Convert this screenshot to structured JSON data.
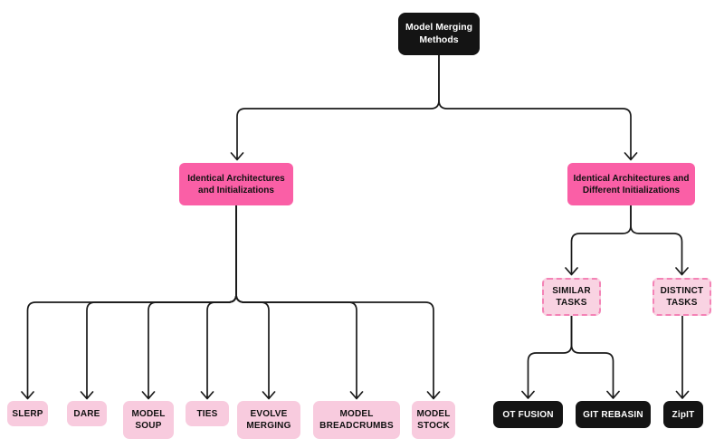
{
  "diagram": {
    "title": "Model Merging Methods flowchart",
    "colors": {
      "node_dark": "#141414",
      "node_pink": "#fa5fa6",
      "node_light_pink": "#f8cbde",
      "dashed_fill": "#f9d3e2",
      "dashed_border": "#f483b6",
      "edge": "#1a1a1a",
      "background": "#ffffff"
    },
    "nodes": {
      "root": {
        "label": "Model Merging Methods"
      },
      "identical_init": {
        "label": "Identical Architectures and Initializations"
      },
      "different_init": {
        "label": "Identical Architectures and Different Initializations"
      },
      "slerp": {
        "label": "SLERP"
      },
      "dare": {
        "label": "DARE"
      },
      "model_soup": {
        "label": "MODEL SOUP"
      },
      "ties": {
        "label": "TIES"
      },
      "evolve_merging": {
        "label": "EVOLVE MERGING"
      },
      "model_breadcrumbs": {
        "label": "MODEL BREADCRUMBS"
      },
      "model_stock": {
        "label": "MODEL STOCK"
      },
      "similar_tasks": {
        "label": "SIMILAR TASKS"
      },
      "distinct_tasks": {
        "label": "DISTINCT TASKS"
      },
      "ot_fusion": {
        "label": "OT FUSION"
      },
      "git_rebasin": {
        "label": "GIT REBASIN"
      },
      "zipit": {
        "label": "ZipIT"
      }
    }
  }
}
